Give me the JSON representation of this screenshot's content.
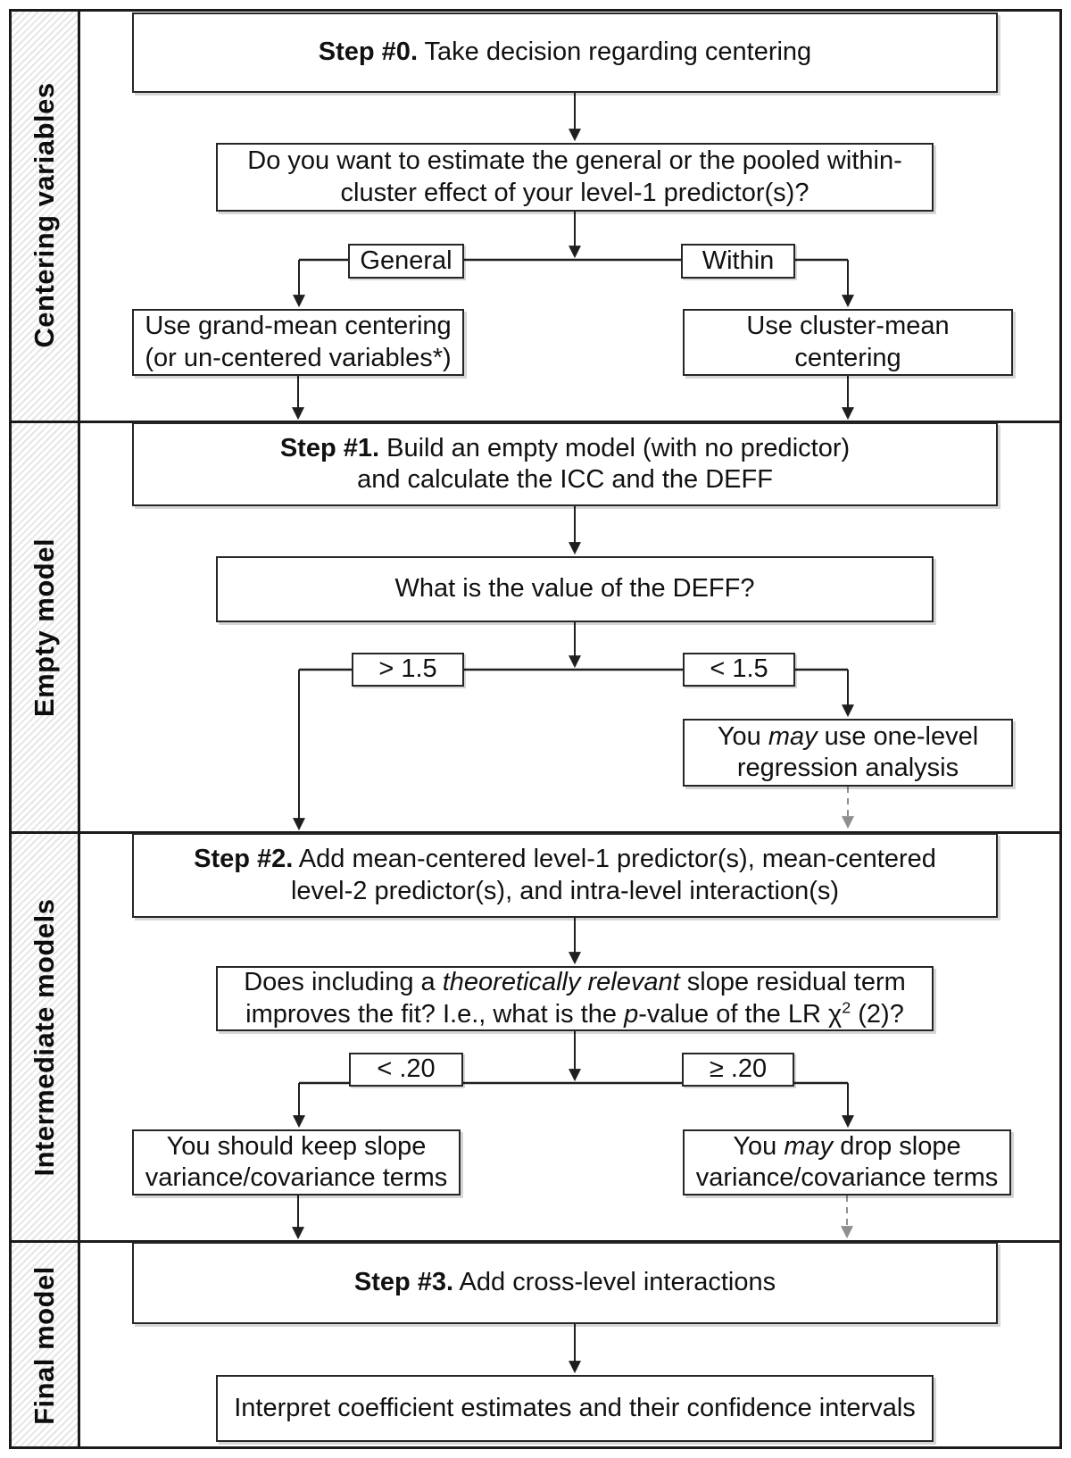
{
  "sections": [
    {
      "label": "Centering variables"
    },
    {
      "label": "Empty model"
    },
    {
      "label": "Intermediate models"
    },
    {
      "label": "Final model"
    }
  ],
  "step0": {
    "label": "Step #0.",
    "text": " Take decision regarding centering"
  },
  "q0": {
    "line1": "Do you want to estimate the general or the pooled within-",
    "line2": "cluster effect of your level-1 predictor(s)?"
  },
  "branch0": {
    "left_label": "General",
    "right_label": "Within"
  },
  "grand_mean": {
    "line1": "Use grand-mean centering",
    "line2": "(or un-centered variables*)"
  },
  "cluster_mean": {
    "text": "Use cluster-mean centering"
  },
  "step1": {
    "label": "Step #1.",
    "text": " Build an empty model (with no predictor)",
    "line2": "and calculate the ICC and the DEFF"
  },
  "q1": {
    "text": "What is the value of the DEFF?"
  },
  "branch1": {
    "left_label": "> 1.5",
    "right_label": "< 1.5"
  },
  "one_level": {
    "pre": "You ",
    "em": "may",
    "post": " use one-level",
    "line2": "regression analysis"
  },
  "step2": {
    "label": "Step #2.",
    "text": " Add mean-centered level-1 predictor(s), mean-centered",
    "line2": "level-2 predictor(s), and intra-level interaction(s)"
  },
  "q2": {
    "l1_pre": "Does including a ",
    "l1_em": "theoretically relevant",
    "l1_post": " slope residual term",
    "l2_pre": "improves the fit? I.e., what is the ",
    "l2_em": "p",
    "l2_mid": "-value of the LR χ",
    "l2_sup": "2",
    "l2_post": " (2)?"
  },
  "branch2": {
    "left_label": "< .20",
    "right_label": "≥ .20"
  },
  "keep_slope": {
    "line1": "You should keep slope",
    "line2": "variance/covariance terms"
  },
  "drop_slope": {
    "pre": "You ",
    "em": "may",
    "post": " drop slope",
    "line2": "variance/covariance terms"
  },
  "step3": {
    "label": "Step #3.",
    "text": " Add cross-level interactions"
  },
  "final_box": {
    "text": "Interpret coefficient estimates and their confidence intervals"
  },
  "colors": {
    "line": "#1f1f1f",
    "dashed": "#8f8f8f",
    "border": "#262626",
    "hatch": "#e6e6e6"
  }
}
